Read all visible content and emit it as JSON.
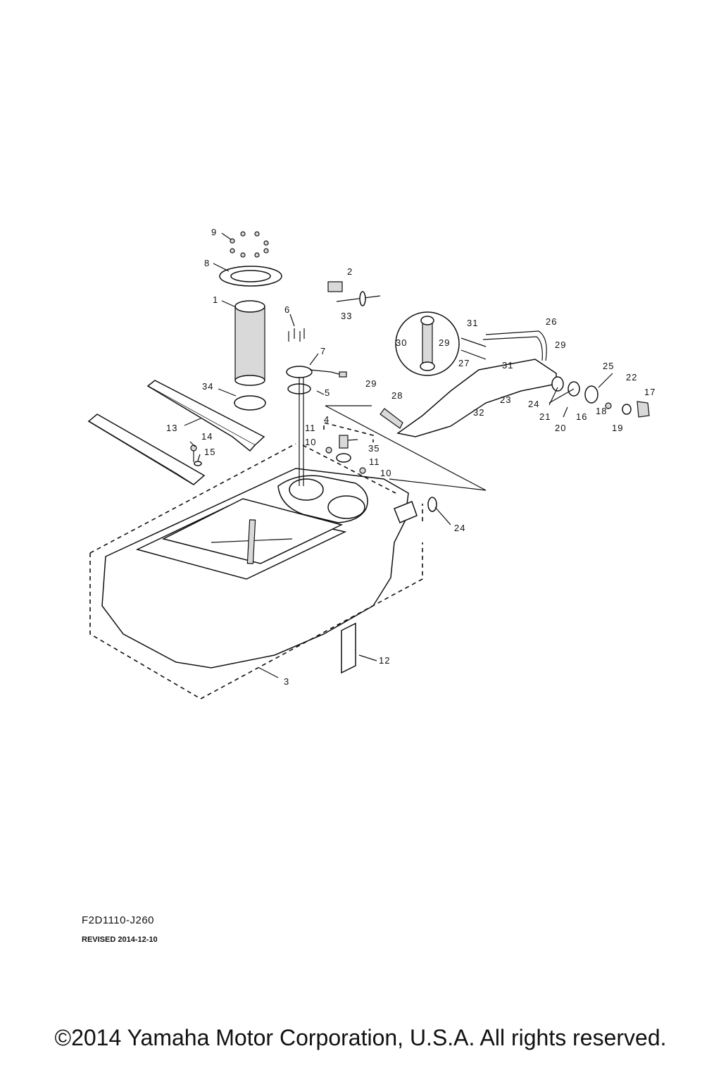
{
  "diagram": {
    "callouts": [
      "1",
      "2",
      "3",
      "4",
      "5",
      "6",
      "7",
      "8",
      "9",
      "10",
      "10",
      "11",
      "11",
      "12",
      "13",
      "14",
      "15",
      "16",
      "17",
      "18",
      "19",
      "20",
      "21",
      "22",
      "23",
      "24",
      "24",
      "25",
      "26",
      "27",
      "28",
      "29",
      "29",
      "29",
      "30",
      "31",
      "31",
      "32",
      "33",
      "34",
      "35"
    ]
  },
  "footer": {
    "part_code": "F2D1110-J260",
    "revised": "REVISED 2014-12-10",
    "copyright": "©2014 Yamaha Motor Corporation, U.S.A. All rights reserved."
  }
}
